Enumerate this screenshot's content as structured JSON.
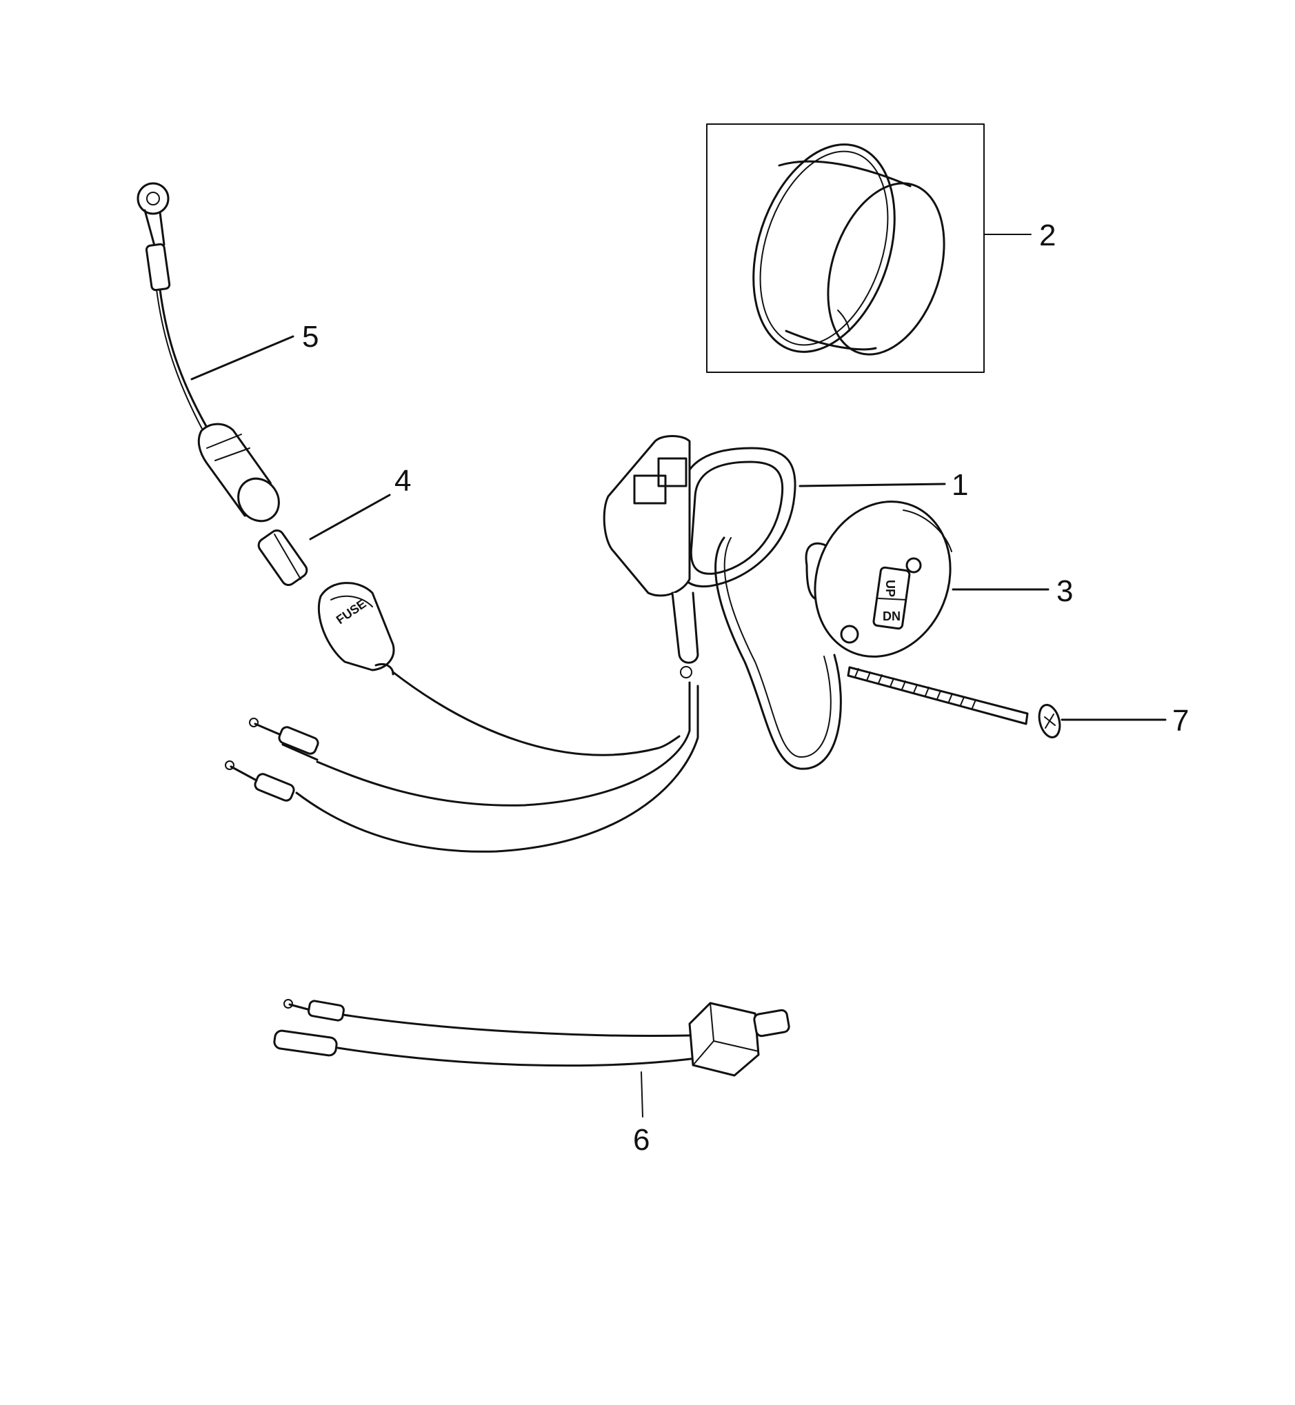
{
  "callouts": {
    "c1": "1",
    "c2": "2",
    "c3": "3",
    "c4": "4",
    "c5": "5",
    "c6": "6",
    "c7": "7"
  },
  "part_text": {
    "fuse_holder": "FUSE",
    "switch_up": "UP",
    "switch_dn": "DN"
  }
}
